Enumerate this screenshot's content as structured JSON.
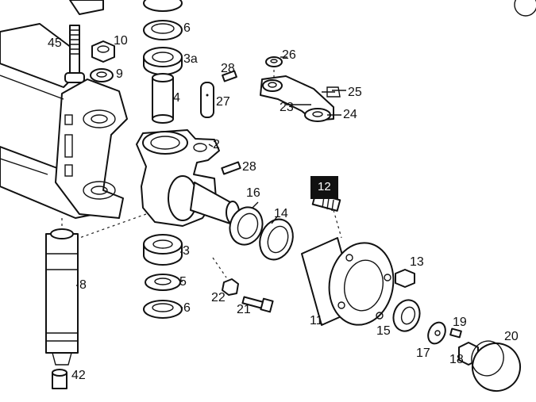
{
  "callouts": {
    "p45": "45",
    "p10": "10",
    "p9": "9",
    "p6_top": "6",
    "p3a": "3a",
    "p4": "4",
    "p28_top": "28",
    "p27": "27",
    "p2": "2",
    "p26": "26",
    "p25": "25",
    "p23": "23",
    "p24": "24",
    "p28_mid": "28",
    "p12": "12",
    "p16": "16",
    "p14": "14",
    "p13": "13",
    "p8": "8",
    "p3": "3",
    "p5": "5",
    "p6_bottom": "6",
    "p22": "22",
    "p21": "21",
    "p11": "11",
    "p15": "15",
    "p19": "19",
    "p17": "17",
    "p18": "18",
    "p20": "20",
    "p42": "42"
  },
  "highlighted_callout": "12"
}
